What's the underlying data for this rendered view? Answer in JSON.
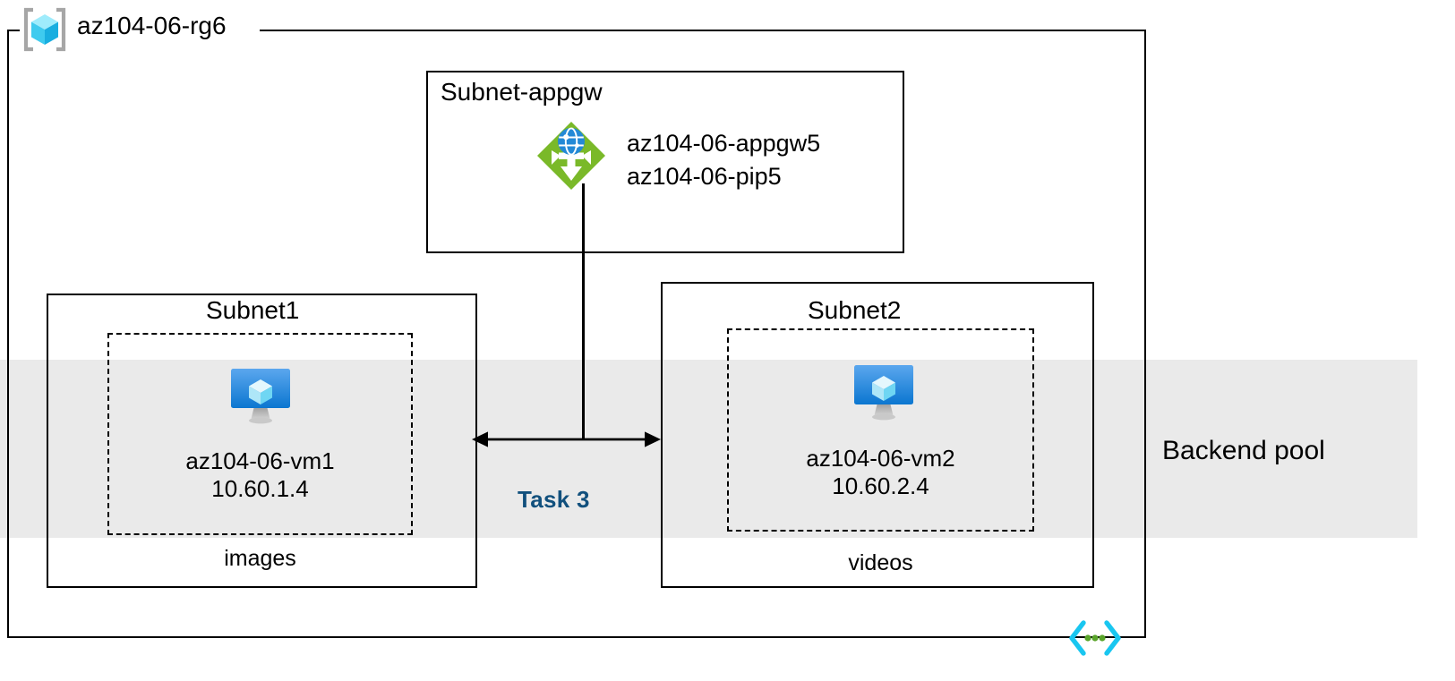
{
  "diagram": {
    "resource_group": {
      "name": "az104-06-rg6",
      "icon": "resource-group-cube-icon"
    },
    "subnets": [
      {
        "id": "subnet-appgw",
        "title": "Subnet-appgw",
        "resources": {
          "icon": "application-gateway-icon",
          "lines": [
            "az104-06-appgw5",
            "az104-06-pip5"
          ]
        }
      },
      {
        "id": "subnet1",
        "title": "Subnet1",
        "footer": "images",
        "vm": {
          "icon": "virtual-machine-icon",
          "name": "az104-06-vm1",
          "ip": "10.60.1.4"
        }
      },
      {
        "id": "subnet2",
        "title": "Subnet2",
        "footer": "videos",
        "vm": {
          "icon": "virtual-machine-icon",
          "name": "az104-06-vm2",
          "ip": "10.60.2.4"
        }
      }
    ],
    "backend_pool": {
      "label": "Backend pool",
      "band_color": "#EAEAEA"
    },
    "annotations": [
      {
        "id": "task-3",
        "label": "Task 3",
        "color": "#11507D"
      }
    ],
    "footer_icon": {
      "name": "code-brackets-icon",
      "bracket_color": "#19C6F0",
      "dot_color": "#5AA52B",
      "dots": 3
    },
    "colors": {
      "appgw_green": "#7AB929",
      "appgw_globe_blue": "#2489D6",
      "vm_blue_top": "#5BA7EE",
      "vm_blue_bottom": "#0B76D0",
      "vm_cube": "#BEE8F8",
      "rg_cube_cyan": "#4FD3F5",
      "bracket_gray": "#A6A6A6",
      "stroke": "#000000",
      "band": "#EAEAEA"
    }
  }
}
